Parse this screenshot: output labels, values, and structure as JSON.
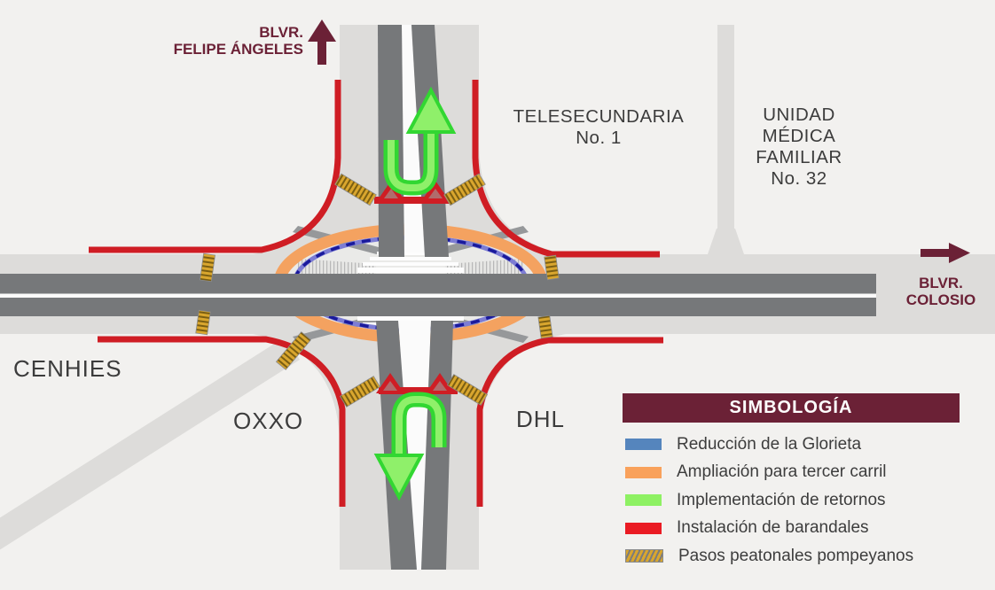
{
  "labels": {
    "blvr_felipe_angeles": {
      "line1": "BLVR.",
      "line2": "FELIPE ÁNGELES"
    },
    "telesecundaria": {
      "line1": "TELESECUNDARIA",
      "line2": "No. 1"
    },
    "unidad_medica": {
      "line1": "UNIDAD",
      "line2": "MÉDICA",
      "line3": "FAMILIAR",
      "line4": "No. 32"
    },
    "blvr_colosio": {
      "line1": "BLVR.",
      "line2": "COLOSIO"
    },
    "cenhies": "CENHIES",
    "oxxo": "OXXO",
    "dhl": "DHL"
  },
  "legend": {
    "title": "SIMBOLOGÍA",
    "items": [
      {
        "id": "glorieta-reduction",
        "label": "Reducción de la Glorieta",
        "color": "#5585BD",
        "swatch": "solid"
      },
      {
        "id": "third-lane",
        "label": "Ampliación para tercer carril",
        "color": "#F9A15B",
        "swatch": "solid"
      },
      {
        "id": "returns",
        "label": "Implementación de retornos",
        "color": "#8EF163",
        "swatch": "solid"
      },
      {
        "id": "guardrails",
        "label": "Instalación de barandales",
        "color": "#EA1B23",
        "swatch": "solid"
      },
      {
        "id": "crosswalks",
        "label": "Pasos peatonales pompeyanos",
        "color": "#D7A92F",
        "swatch": "striped"
      }
    ]
  },
  "colors": {
    "background": "#F2F1EF",
    "road": "#DDDCDA",
    "lane": "#76787A",
    "median": "#FBFBFB",
    "inner": "#EAEAE8",
    "ramp": "#96989A",
    "orange": "#F4A260",
    "blue": "#1A1A9C",
    "blue_light": "#7D7DD4",
    "green": "#32D732",
    "green_light": "#8FF06A",
    "red": "#CF1D24",
    "maroon": "#6B2136",
    "gold": "#D9A62E",
    "gold_dark": "#7A5E12",
    "text": "#3C3C3C"
  }
}
